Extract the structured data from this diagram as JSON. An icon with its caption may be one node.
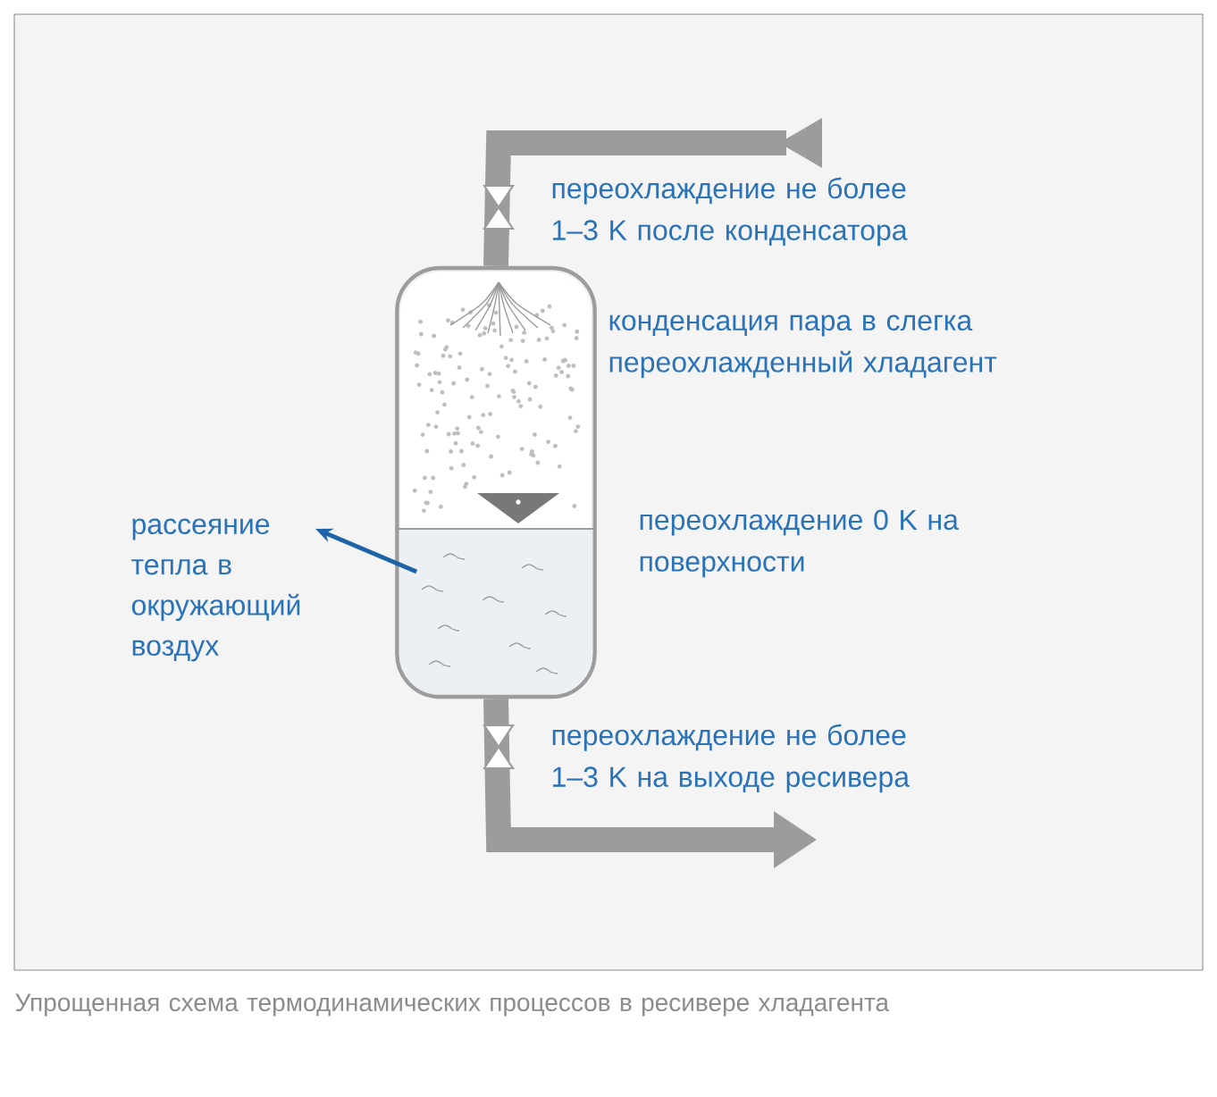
{
  "diagram": {
    "caption": "Упрощенная схема термодинамических процессов в ресивере хладагента",
    "nodes": [
      {
        "text": [],
        "shape": "cylinder",
        "beside": [
          "конденсация пара в слегка переохлажденный хладагент",
          "переохлаждение 0 K на поверхности"
        ]
      },
      {
        "text": [
          "рассеяние тепла в окружающий воздух"
        ]
      }
    ],
    "edges": [
      {
        "from": null,
        "to": 0,
        "arrow": "to"
      },
      {
        "from": 0,
        "to": null,
        "arrow": "to"
      },
      {
        "from": 0,
        "to": 1,
        "arrow": "to",
        "color": "#1e64a8"
      }
    ],
    "labels": [
      "переохлаждение не более 1–3 K после конденсатора",
      "переохлаждение не более 1–3 K на выходе ресивера"
    ]
  }
}
